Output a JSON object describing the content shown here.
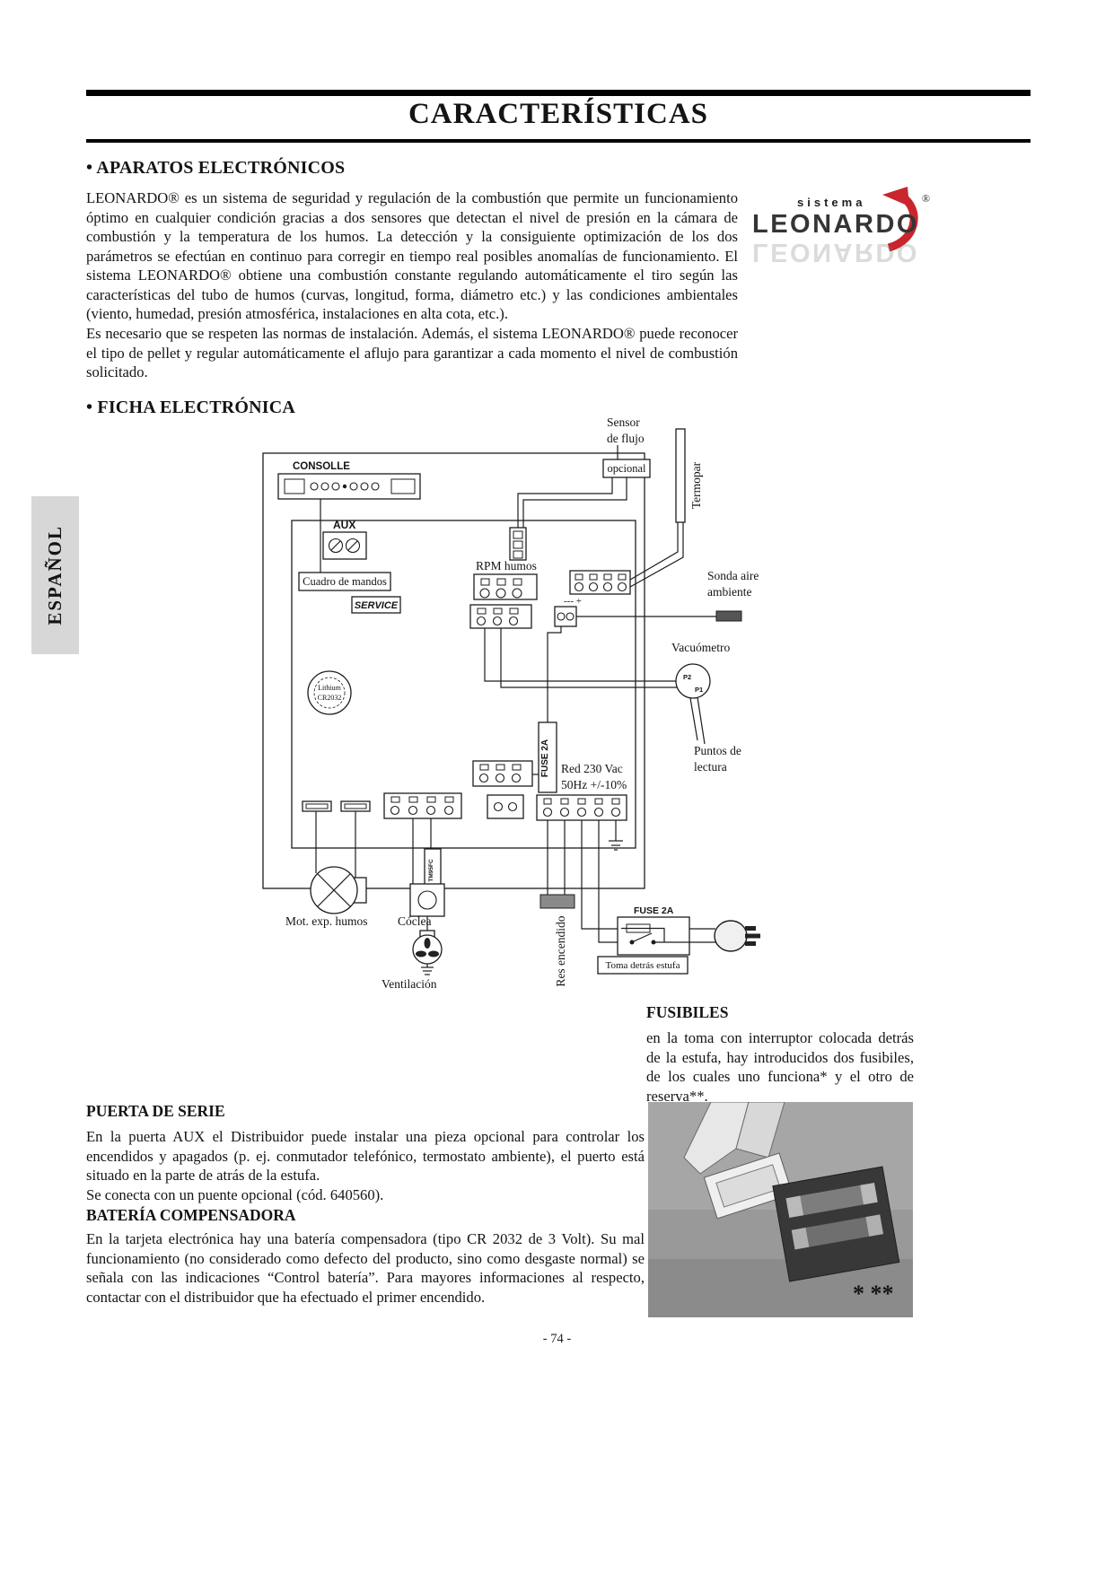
{
  "header": {
    "title": "CARACTERÍSTICAS"
  },
  "sidebar": {
    "language": "ESPAÑOL"
  },
  "logo": {
    "sistema": "sistema",
    "name": "LEONARDO",
    "registered": "®"
  },
  "sections": {
    "aparatos": {
      "heading": "• APARATOS ELECTRÓNICOS",
      "body": "LEONARDO® es un sistema de seguridad y regulación de la combustión que permite un funcionamiento óptimo en cualquier condición gracias a dos sensores que detectan el nivel de presión en la cámara de combustión y la temperatura de los humos. La detección y la consiguiente optimización de los dos parámetros se efectúan en continuo para corregir en tiempo real posibles anomalías de funcionamiento. El sistema LEONARDO® obtiene una combustión constante regulando automáticamente el tiro según las características del tubo de humos (curvas, longitud, forma, diámetro etc.) y las condiciones ambientales (viento, humedad, presión atmosférica, instalaciones en alta cota, etc.).\nEs necesario que se respeten las normas de instalación. Además, el sistema LEONARDO® puede reconocer el tipo de pellet y regular automáticamente el aflujo para garantizar a cada momento el nivel de combustión solicitado."
    },
    "ficha": {
      "heading": "• FICHA ELECTRÓNICA"
    },
    "fusibiles": {
      "heading": "FUSIBILES",
      "body": "en la toma con interruptor colocada detrás de la estufa, hay introducidos dos fusibiles, de los cuales uno funciona* y el otro de reserva**."
    },
    "puerta": {
      "heading": "PUERTA DE SERIE",
      "body": "En la puerta AUX el Distribuidor puede instalar una pieza opcional para controlar los encendidos y apagados (p. ej. conmutador telefónico, termostato ambiente), el puerto está situado en la parte de atrás de la estufa.\nSe conecta con un puente opcional (cód. 640560)."
    },
    "bateria": {
      "heading": "BATERÍA COMPENSADORA",
      "body": "En la tarjeta electrónica hay una batería compensadora (tipo CR 2032 de 3 Volt). Su mal funcionamiento (no considerado como defecto del producto, sino como desgaste normal) se señala con las indicaciones “Control batería”. Para mayores informaciones al respecto, contactar con el distribuidor que ha efectuado el primer encendido."
    }
  },
  "diagram": {
    "consolle": "CONSOLLE",
    "aux": "AUX",
    "cuadro_de_mandos": "Cuadro de mandos",
    "service": "SERVICE",
    "rpm_humos": "RPM humos",
    "sensor_line1": "Sensor",
    "sensor_line2": "de flujo",
    "sensor_opcional": "opcional",
    "termopar": "Termopar",
    "sonda_line1": "Sonda aire",
    "sonda_line2": "ambiente",
    "polarity": "--- +",
    "vacuometro": "Vacuómetro",
    "p2": "P2",
    "p1": "P1",
    "puntos_line1": "Puntos de",
    "puntos_line2": "lectura",
    "lithium_line1": "Lithium",
    "lithium_line2": "CR2032",
    "fuse_left": "FUSE 2A",
    "red_line1": "Red 230 Vac",
    "red_line2": "50Hz +/-10%",
    "mot_exp_humos": "Mot. exp. humos",
    "coclea": "Cóclea",
    "tm95fc": "TM95FC",
    "ventilacion": "Ventilación",
    "res_encendido": "Res encendido",
    "fuse_right": "FUSE 2A",
    "toma_detras": "Toma detrás estufa"
  },
  "photo": {
    "annotation": "* **"
  },
  "footer": {
    "page_number": "- 74 -"
  },
  "colors": {
    "accent_red": "#c9252c",
    "tab_gray": "#d7d7d7"
  }
}
